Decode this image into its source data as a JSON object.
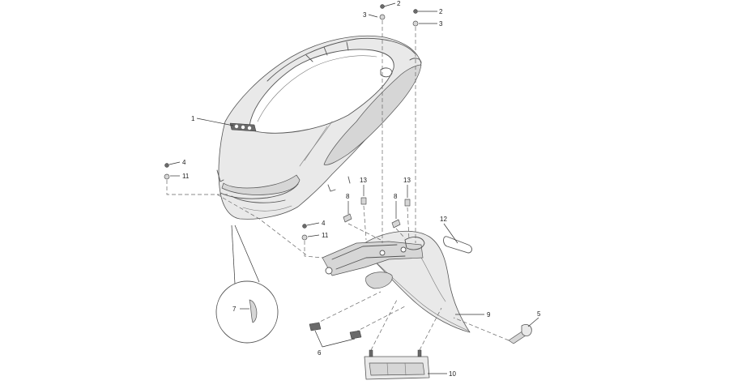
{
  "callouts": {
    "c1": "1",
    "c2a": "2",
    "c2b": "2",
    "c3a": "3",
    "c3b": "3",
    "c4a": "4",
    "c4b": "4",
    "c5": "5",
    "c6": "6",
    "c7": "7",
    "c8a": "8",
    "c8b": "8",
    "c9": "9",
    "c10": "10",
    "c11a": "11",
    "c11b": "11",
    "c12": "12",
    "c13a": "13",
    "c13b": "13"
  }
}
